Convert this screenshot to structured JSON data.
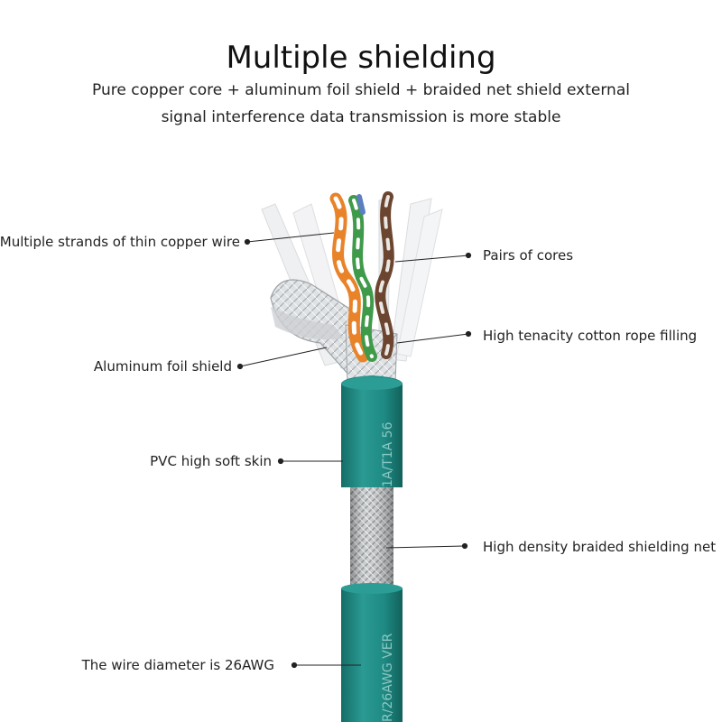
{
  "header": {
    "title": "Multiple shielding",
    "subtitle_line1": "Pure copper core + aluminum foil shield + braided net shield external",
    "subtitle_line2": "signal interference data transmission is more stable"
  },
  "callouts": {
    "copper_strands": "Multiple strands of thin copper wire",
    "pairs_of_cores": "Pairs of cores",
    "cotton_rope": "High tenacity cotton rope filling",
    "foil_shield": "Aluminum foil shield",
    "pvc_skin": "PVC high soft skin",
    "braided_net": "High density braided shielding net",
    "wire_diameter": "The wire diameter is 26AWG"
  },
  "cable_print": {
    "upper": "1A/T1A 56",
    "lower": "R/26AWG VER"
  },
  "colors": {
    "jacket": "#1e8a83",
    "braid": "#b9bcbf",
    "orange_pair": "#e8832a",
    "green_pair": "#3f9a4a",
    "brown_pair": "#6b4530",
    "blue_pair": "#5b7fc0"
  }
}
